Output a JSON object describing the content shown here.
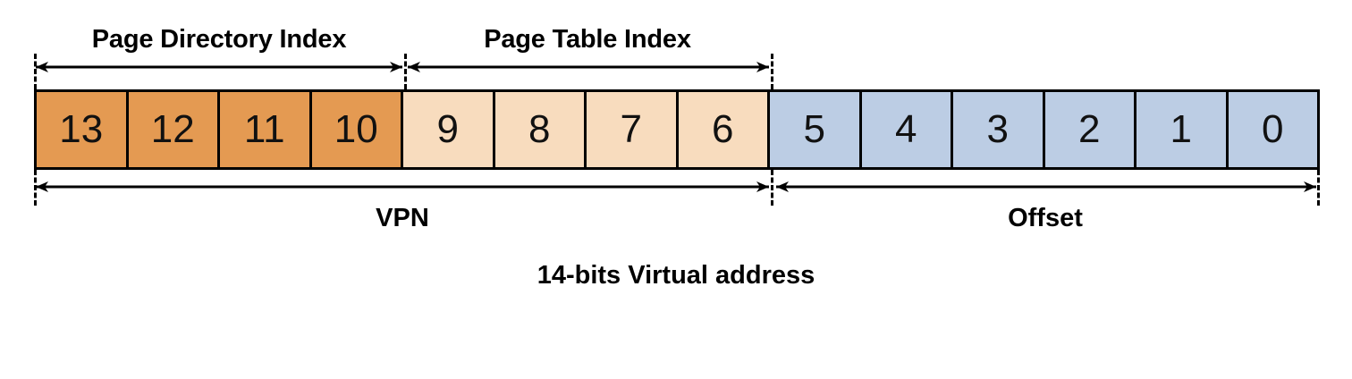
{
  "diagram": {
    "caption": "14-bits Virtual address",
    "bits": [
      {
        "label": "13",
        "group": "page-directory-index"
      },
      {
        "label": "12",
        "group": "page-directory-index"
      },
      {
        "label": "11",
        "group": "page-directory-index"
      },
      {
        "label": "10",
        "group": "page-directory-index"
      },
      {
        "label": "9",
        "group": "page-table-index"
      },
      {
        "label": "8",
        "group": "page-table-index"
      },
      {
        "label": "7",
        "group": "page-table-index"
      },
      {
        "label": "6",
        "group": "page-table-index"
      },
      {
        "label": "5",
        "group": "offset"
      },
      {
        "label": "4",
        "group": "offset"
      },
      {
        "label": "3",
        "group": "offset"
      },
      {
        "label": "2",
        "group": "offset"
      },
      {
        "label": "1",
        "group": "offset"
      },
      {
        "label": "0",
        "group": "offset"
      }
    ],
    "top_spans": [
      {
        "name": "page-directory-index",
        "label": "Page Directory Index",
        "bits": "13-10"
      },
      {
        "name": "page-table-index",
        "label": "Page Table Index",
        "bits": "9-6"
      }
    ],
    "bottom_spans": [
      {
        "name": "vpn",
        "label": "VPN",
        "bits": "13-6"
      },
      {
        "name": "offset",
        "label": "Offset",
        "bits": "5-0"
      }
    ],
    "colors": {
      "page_directory_index": "#e49a52",
      "page_table_index": "#f8dcbe",
      "offset": "#bccde4",
      "outline": "#000000",
      "background": "#ffffff"
    }
  }
}
